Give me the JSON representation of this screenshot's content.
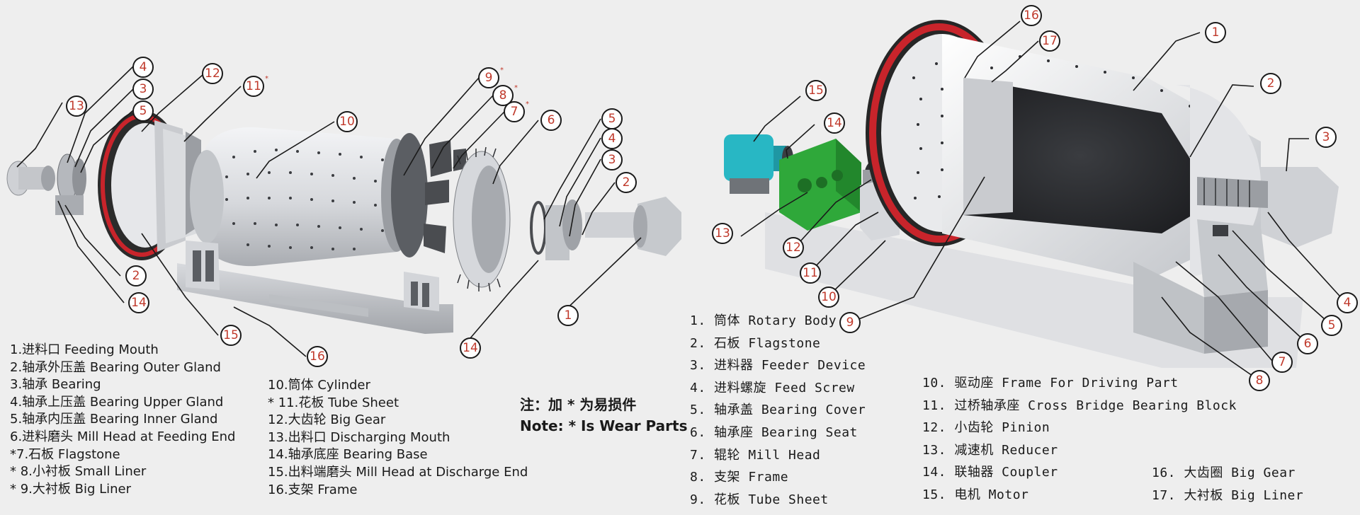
{
  "left_diagram": {
    "callouts": [
      {
        "label": "13"
      },
      {
        "label": "4"
      },
      {
        "label": "3"
      },
      {
        "label": "5"
      },
      {
        "label": "12"
      },
      {
        "label": "11",
        "wear": "*"
      },
      {
        "label": "10"
      },
      {
        "label": "9",
        "wear": "*"
      },
      {
        "label": "8",
        "wear": "*"
      },
      {
        "label": "7",
        "wear": "*"
      },
      {
        "label": "6"
      },
      {
        "label": "5"
      },
      {
        "label": "4"
      },
      {
        "label": "3"
      },
      {
        "label": "2"
      },
      {
        "label": "2"
      },
      {
        "label": "14"
      },
      {
        "label": "15"
      },
      {
        "label": "16"
      },
      {
        "label": "14"
      },
      {
        "label": "1"
      }
    ],
    "legend_col1": [
      "1.进料口 Feeding Mouth",
      "2.轴承外压盖 Bearing Outer Gland",
      "3.轴承 Bearing",
      "4.轴承上压盖 Bearing Upper Gland",
      "5.轴承内压盖 Bearing Inner Gland",
      "6.进料磨头 Mill Head at Feeding End",
      "*7.石板 Flagstone",
      "* 8.小衬板 Small Liner",
      "* 9.大衬板 Big Liner"
    ],
    "legend_col2": [
      "10.筒体 Cylinder",
      "* 11.花板 Tube Sheet",
      "12.大齿轮 Big Gear",
      "13.出料口 Discharging Mouth",
      "14.轴承底座 Bearing Base",
      "15.出料端磨头 Mill Head at Discharge End",
      "16.支架 Frame"
    ],
    "note_cn": "注：加 * 为易损件",
    "note_en": "Note: * Is Wear Parts"
  },
  "right_diagram": {
    "callouts": [
      {
        "label": "16"
      },
      {
        "label": "17"
      },
      {
        "label": "1"
      },
      {
        "label": "15"
      },
      {
        "label": "14"
      },
      {
        "label": "2"
      },
      {
        "label": "3"
      },
      {
        "label": "13"
      },
      {
        "label": "12"
      },
      {
        "label": "11"
      },
      {
        "label": "10"
      },
      {
        "label": "9"
      },
      {
        "label": "4"
      },
      {
        "label": "5"
      },
      {
        "label": "6"
      },
      {
        "label": "7"
      },
      {
        "label": "8"
      }
    ],
    "legend_col1": [
      "1. 筒体 Rotary Body",
      "2. 石板 Flagstone",
      "3. 进料器  Feeder Device",
      "4. 进料螺旋  Feed Screw",
      "5. 轴承盖  Bearing Cover",
      "6. 轴承座  Bearing Seat",
      "7. 辊轮  Mill Head",
      "8. 支架  Frame",
      "9. 花板  Tube Sheet"
    ],
    "legend_col2": [
      "10. 驱动座  Frame For Driving Part",
      "11. 过桥轴承座 Cross Bridge Bearing Block",
      "12. 小齿轮  Pinion",
      "13. 减速机  Reducer",
      "14. 联轴器  Coupler",
      "15. 电机  Motor"
    ],
    "legend_col3": [
      "16. 大齿圈  Big Gear",
      "17. 大衬板  Big Liner"
    ]
  },
  "colors": {
    "background": "#eeeeee",
    "metal_light": "#d9dbde",
    "metal_mid": "#b9bcc1",
    "metal_dark": "#5b5e63",
    "gear_red": "#c8242b",
    "gear_dark": "#333333",
    "reducer_green": "#2fa83a",
    "motor_cyan": "#28b7c4",
    "callout_red": "#c0392b"
  }
}
